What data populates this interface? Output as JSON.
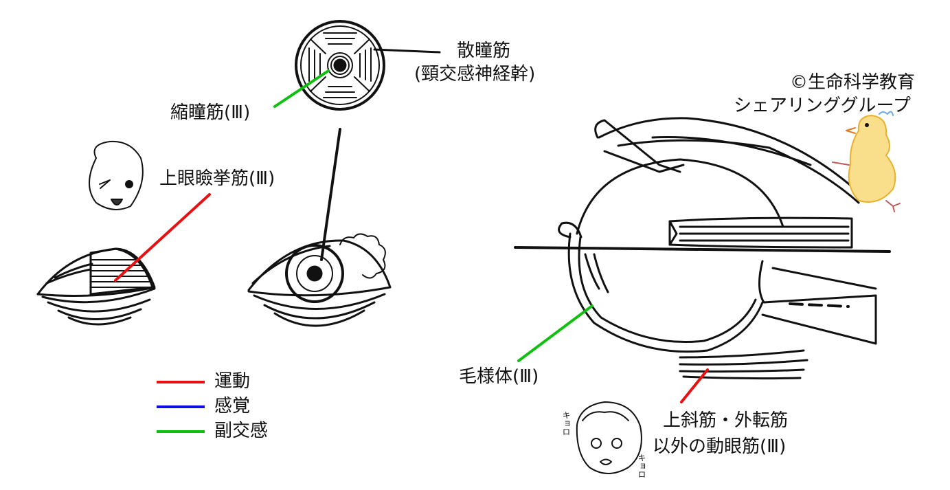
{
  "labels": {
    "dilator_line1": "散瞳筋",
    "dilator_line2": "(頸交感神経幹)",
    "sphincter": "縮瞳筋(Ⅲ)",
    "levator": "上眼瞼挙筋(Ⅲ)",
    "ciliary": "毛様体(Ⅲ)",
    "oculomotor_line1": "上斜筋・外転筋",
    "oculomotor_line2": "以外の動眼筋(Ⅲ)",
    "copyright_line1": "©生命科学教育",
    "copyright_line2": "シェアリンググループ",
    "kyoro_left": "キョロ",
    "kyoro_right": "キョロ"
  },
  "legend": [
    {
      "label": "運動",
      "color": "#e81010"
    },
    {
      "label": "感覚",
      "color": "#1010e0"
    },
    {
      "label": "副交感",
      "color": "#10c010"
    }
  ],
  "colors": {
    "motor": "#e81010",
    "sensory": "#1010e0",
    "parasympathetic": "#10c010",
    "ink": "#111111"
  }
}
